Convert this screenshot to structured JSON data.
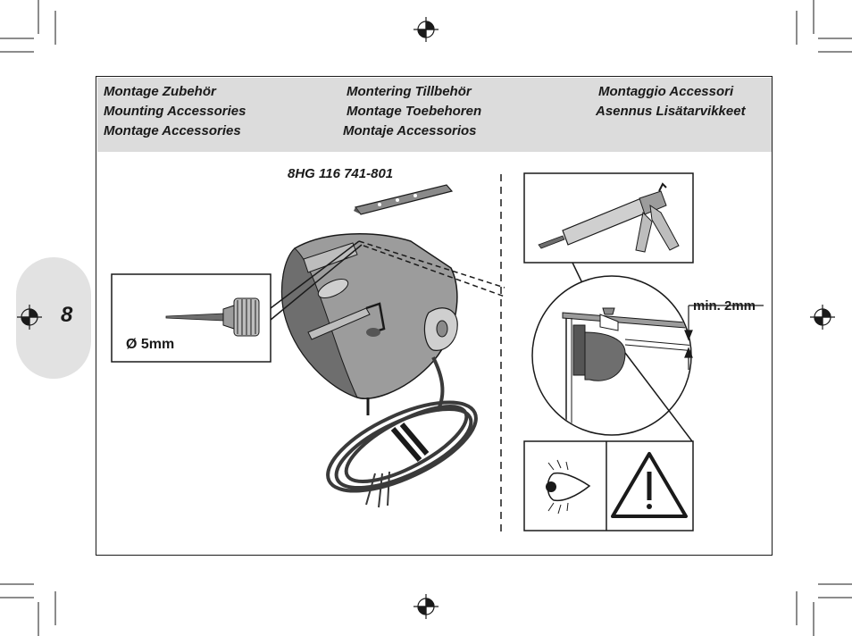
{
  "page_number": "8",
  "header": {
    "col1": [
      "Montage Zubehör",
      "Mounting Accessories",
      "Montage Accessories"
    ],
    "col2": [
      "Montering Tillbehör",
      "Montage Toebehoren",
      "Montaje Accessorios"
    ],
    "col3": [
      "Montaggio Accessori",
      "Asennus Lisätarvikkeet"
    ]
  },
  "labels": {
    "part_number": "8HG 116 741-801",
    "drill_diameter": "Ø 5mm",
    "min_gap": "min. 2mm"
  },
  "icons": [
    "registration-mark-icon",
    "drill-icon",
    "sealant-gun-icon",
    "eye-icon",
    "warning-triangle-icon"
  ],
  "colors": {
    "header_bg": "#dcdcdc",
    "tab_bg": "#e2e2e2",
    "line": "#1a1a1a"
  }
}
